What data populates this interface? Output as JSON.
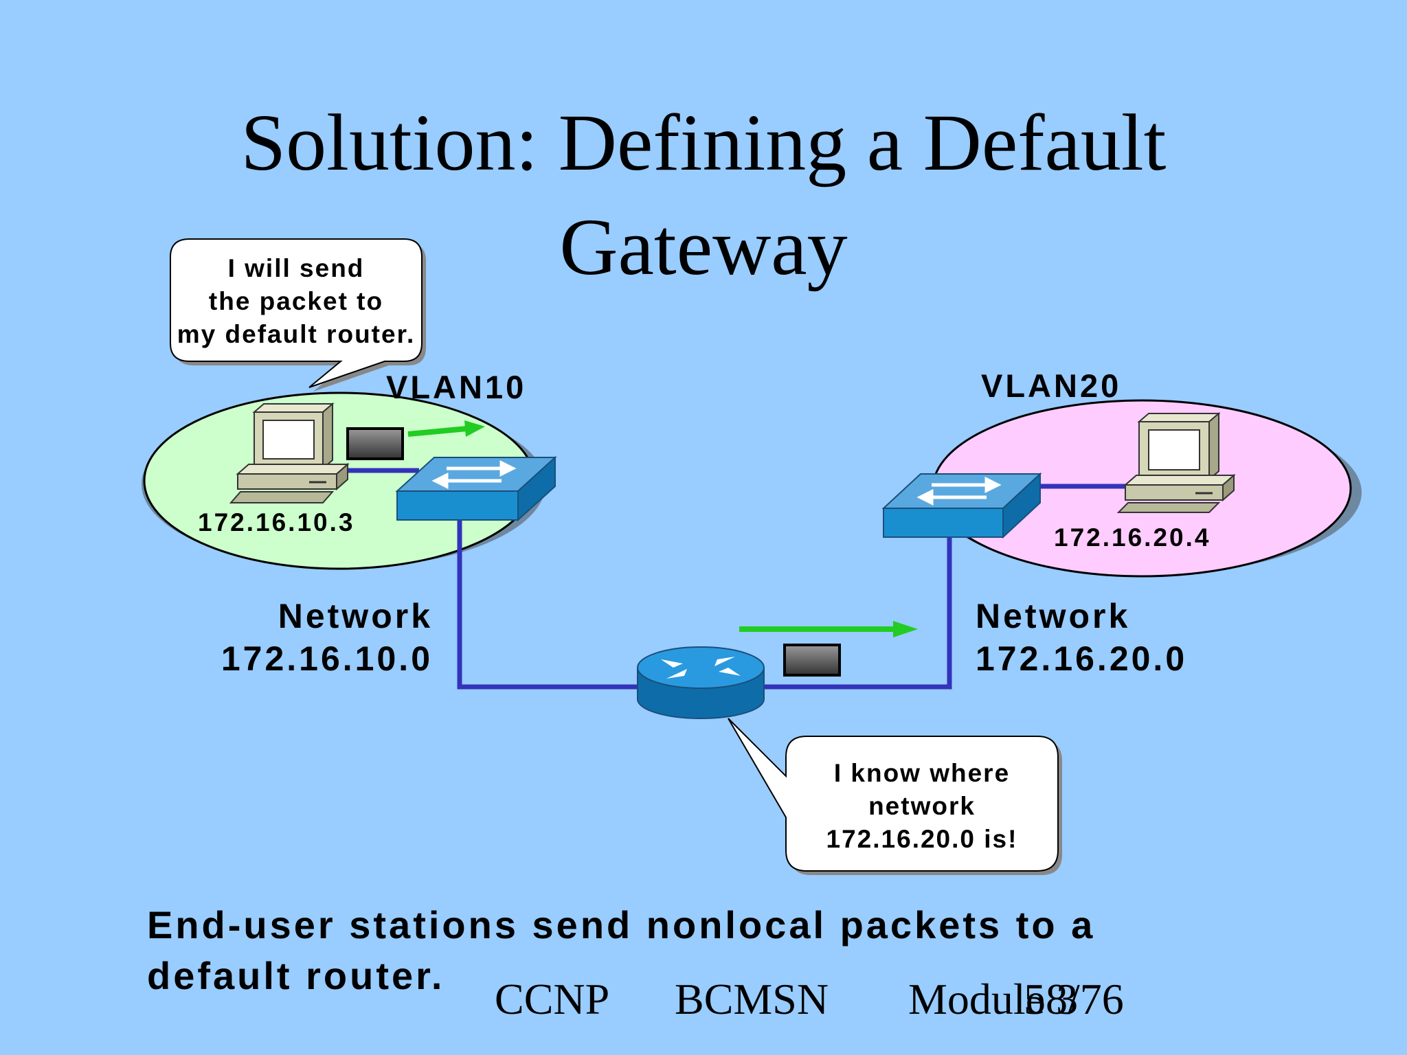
{
  "slide": {
    "title_line1": "Solution: Defining a Default",
    "title_line2": "Gateway"
  },
  "left_segment": {
    "vlan_label": "VLAN10",
    "host_ip": "172.16.10.3",
    "network_label": "Network",
    "network_address": "172.16.10.0",
    "color": "#ccffcc"
  },
  "right_segment": {
    "vlan_label": "VLAN20",
    "host_ip": "172.16.20.4",
    "network_label": "Network",
    "network_address": "172.16.20.0",
    "color": "#ffccff"
  },
  "host_callout": {
    "line1": "I will send",
    "line2": "the packet to",
    "line3": "my default router."
  },
  "router_callout": {
    "line1": "I know where",
    "line2": "network",
    "line3": "172.16.20.0 is!"
  },
  "caption": {
    "line1": "End-user stations send nonlocal packets to a",
    "line2": "default router."
  },
  "footer": {
    "course": "CCNP",
    "subject": "BCMSN",
    "module": "Module 3",
    "page": "58/76"
  },
  "colors": {
    "background": "#99ccff",
    "link": "#3333bb",
    "device": "#1a8fd0",
    "arrow": "#33dd33"
  },
  "icons": [
    "pc-icon",
    "switch-icon",
    "router-icon",
    "packet-icon",
    "arrow-icon"
  ]
}
